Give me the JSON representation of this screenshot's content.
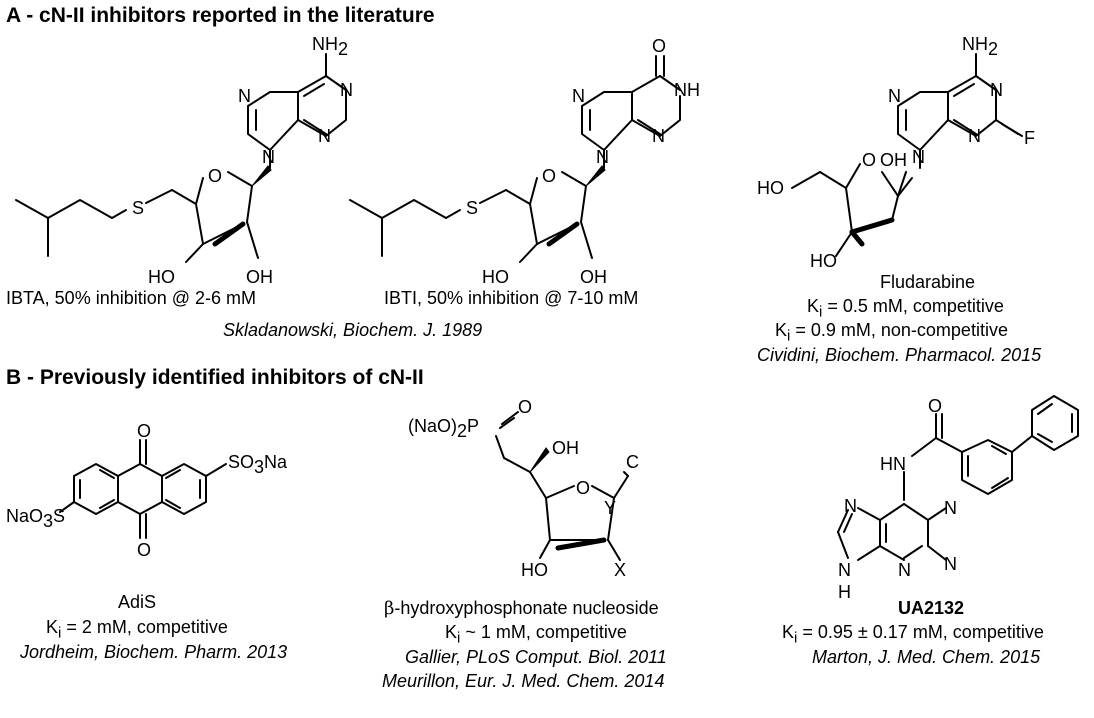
{
  "section_a": {
    "title": "A - cN-II inhibitors reported in the literature",
    "ibta": {
      "caption": "IBTA, 50% inhibition @ 2-6 mM"
    },
    "ibti": {
      "caption": "IBTI, 50% inhibition @ 7-10 mM"
    },
    "ref_shared": "Skladanowski, Biochem. J. 1989",
    "fludarabine": {
      "name": "Fludarabine",
      "ki_1": " = 0.5 mM, competitive",
      "ki_2": " = 0.9 mM, non-competitive",
      "ref": "Cividini, Biochem. Pharmacol. 2015"
    }
  },
  "section_b": {
    "title": "B - Previously identified inhibitors of cN-II",
    "adis": {
      "name": "AdiS",
      "ki": " = 2 mM, competitive",
      "ref": "Jordheim, Biochem. Pharm. 2013"
    },
    "phosphonate": {
      "name_prefix": "β",
      "name": "-hydroxyphosphonate nucleoside",
      "ki": " ~ 1 mM, competitive",
      "ref_1": "Gallier, PLoS Comput. Biol. 2011",
      "ref_2": "Meurillon, Eur. J. Med. Chem. 2014"
    },
    "ua2132": {
      "name": "UA2132",
      "ki": " = 0.95 ± 0.17 mM, competitive",
      "ref": "Marton, J. Med. Chem. 2015"
    }
  },
  "ki_symbol": "K",
  "ki_subscript": "i",
  "atom_labels": {
    "N": "N",
    "O": "O",
    "S": "S",
    "F": "F",
    "X": "X",
    "Y": "Y",
    "C": "C",
    "H": "H",
    "NH2": "NH",
    "NH": "NH",
    "HN": "HN",
    "OH": "OH",
    "HO": "HO",
    "SO3Na": "SO",
    "SO3Na_tail": "Na",
    "NaO3S": "NaO",
    "NaO3S_tail": "S",
    "NaO2P": "(NaO)",
    "NaO2P_tail": "P",
    "sub2": "2",
    "sub3": "3"
  }
}
